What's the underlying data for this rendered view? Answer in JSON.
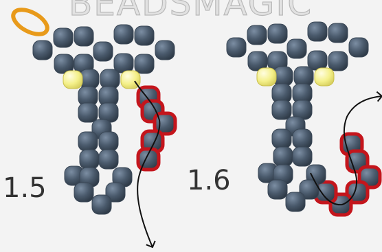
{
  "watermark": "BEADSMAGIC",
  "steps": [
    {
      "label": "1.5"
    },
    {
      "label": "1.6"
    }
  ],
  "colors": {
    "background": "#f3f3f3",
    "bead": "#4a5a6c",
    "accent_bead": "#f4f08a",
    "highlight_outline": "#c4151c",
    "jump_ring": "#e89a1a",
    "thread": "#111111"
  }
}
